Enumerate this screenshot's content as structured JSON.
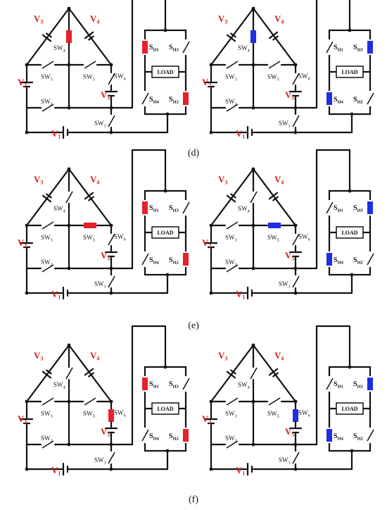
{
  "labels": {
    "v1": "V1",
    "v2": "V2",
    "v3": "V3",
    "v4": "V4",
    "v5": "V5",
    "sw1": "SW1",
    "sw2": "SW2",
    "sw3": "SW3",
    "sw4": "SW4",
    "sw5": "SW5",
    "sw6": "SW6",
    "sh1": "SH1",
    "sh2": "SH2",
    "sh3": "SH3",
    "sh4": "SH4",
    "load": "LOAD"
  },
  "colors": {
    "wire": "#111111",
    "label_red": "#d21f1f",
    "active_red": "#e8202a",
    "active_blue": "#1f2ee0"
  },
  "rows": [
    {
      "caption": "(d)",
      "circuits": [
        {
          "closed": [
            "SW4"
          ],
          "active": [
            "SH1",
            "SH2"
          ],
          "color": "red"
        },
        {
          "closed": [
            "SW4"
          ],
          "active": [
            "SH3",
            "SH4"
          ],
          "color": "blue"
        }
      ]
    },
    {
      "caption": "(e)",
      "circuits": [
        {
          "closed": [
            "SW5"
          ],
          "active": [
            "SH1",
            "SH2"
          ],
          "color": "red"
        },
        {
          "closed": [
            "SW5"
          ],
          "active": [
            "SH3",
            "SH4"
          ],
          "color": "blue"
        }
      ]
    },
    {
      "caption": "(f)",
      "circuits": [
        {
          "closed": [
            "SW6"
          ],
          "active": [
            "SH1",
            "SH2"
          ],
          "color": "red"
        },
        {
          "closed": [
            "SW6"
          ],
          "active": [
            "SH3",
            "SH4"
          ],
          "color": "blue"
        }
      ]
    }
  ]
}
